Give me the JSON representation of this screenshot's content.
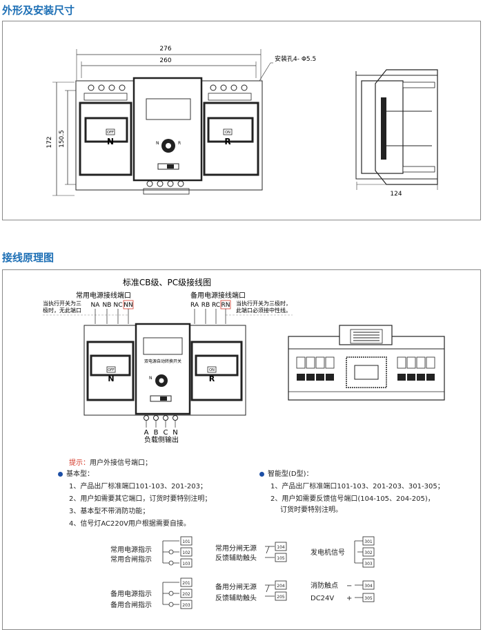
{
  "section1": {
    "title": "外形及安装尺寸"
  },
  "section2": {
    "title": "接线原理图"
  },
  "dims": {
    "w276": "276",
    "w260": "260",
    "h172": "172",
    "h150": "150.5",
    "d124": "124",
    "hole": "安装孔4- Φ5.5"
  },
  "panel": {
    "off": "OFF",
    "on": "ON",
    "n": "N",
    "r": "R",
    "knob_n": "N",
    "knob_r": "R",
    "center_label": "双电源自动转换开关"
  },
  "wiring": {
    "title": "标准CB级、PC级接线图",
    "main_port": "常用电源接线端口",
    "backup_port": "备用电源接线端口",
    "main_terms": [
      "NA",
      "NB",
      "NC",
      "NN"
    ],
    "backup_terms": [
      "RA",
      "RB",
      "RC",
      "RN"
    ],
    "note_left": [
      "当执行开关为三",
      "极时，无此端口"
    ],
    "note_right": [
      "当执行开关为三极时，",
      "此端口必须接中性线。"
    ],
    "load_terms": [
      "A",
      "B",
      "C",
      "N"
    ],
    "load_label": "负载侧输出"
  },
  "hints": {
    "tip_label": "提示：",
    "tip_text": "用户外接信号端口；",
    "basic_title": "基本型：",
    "basic_items": [
      "1、产品出厂标准端口101-103、201-203；",
      "2、用户如需要其它端口，订货时要特别注明；",
      "3、基本型不带消防功能；",
      "4、信号灯AC220V用户根据需要自接。"
    ],
    "smart_title": "智能型(D型)：",
    "smart_items": [
      "1、产品出厂标准端口101-103、201-203、301-305；",
      "2、用户如需要反馈信号端口(104-105、204-205)，",
      "订货时要特别注明。"
    ]
  },
  "terminals": {
    "g1": {
      "labels": [
        "常用电源指示",
        "常用合闸指示"
      ],
      "nums": [
        "101",
        "102",
        "103"
      ]
    },
    "g2": {
      "labels": [
        "常用分闸无源",
        "反馈辅助触头"
      ],
      "nums": [
        "104",
        "105"
      ]
    },
    "g3": {
      "labels": [
        "发电机信号"
      ],
      "nums": [
        "301",
        "302",
        "303"
      ]
    },
    "g4": {
      "labels": [
        "备用电源指示",
        "备用合闸指示"
      ],
      "nums": [
        "201",
        "202",
        "203"
      ]
    },
    "g5": {
      "labels": [
        "备用分闸无源",
        "反馈辅助触头"
      ],
      "nums": [
        "204",
        "205"
      ]
    },
    "g6": {
      "labels": [
        "消防触点",
        "DC24V"
      ],
      "signs": [
        "−",
        "+"
      ],
      "nums": [
        "304",
        "305"
      ]
    }
  }
}
